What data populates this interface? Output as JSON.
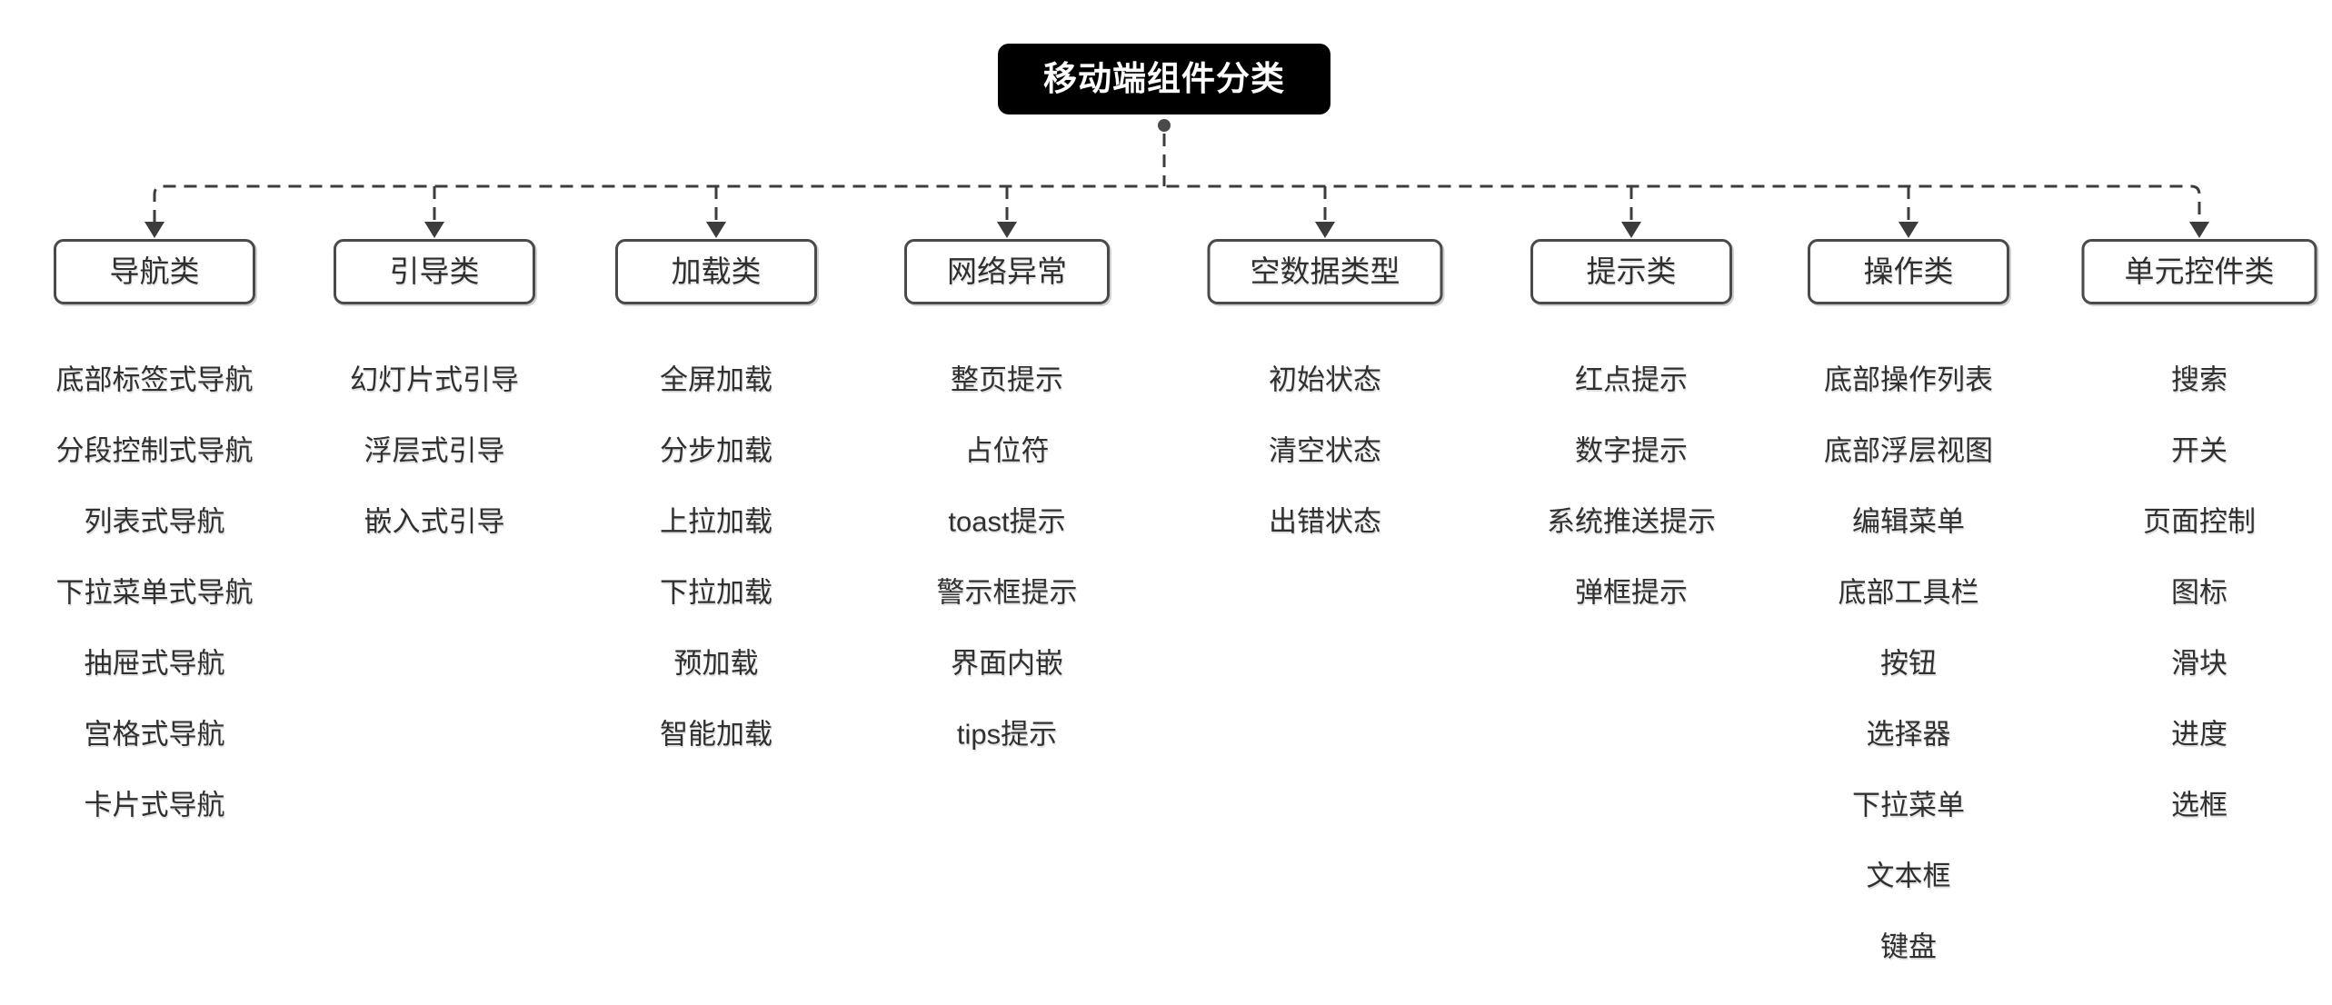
{
  "title": "移动端组件分类",
  "colors": {
    "connector": "#3c3c3c",
    "node_border": "#4a4a4a",
    "title_bg": "#000000",
    "title_text": "#ffffff",
    "text": "#333333",
    "background": "#ffffff"
  },
  "categories": [
    {
      "key": "navigation",
      "label": "导航类",
      "children": [
        "底部标签式导航",
        "分段控制式导航",
        "列表式导航",
        "下拉菜单式导航",
        "抽屉式导航",
        "宫格式导航",
        "卡片式导航"
      ]
    },
    {
      "key": "guidance",
      "label": "引导类",
      "children": [
        "幻灯片式引导",
        "浮层式引导",
        "嵌入式引导"
      ]
    },
    {
      "key": "loading",
      "label": "加载类",
      "children": [
        "全屏加载",
        "分步加载",
        "上拉加载",
        "下拉加载",
        "预加载",
        "智能加载"
      ]
    },
    {
      "key": "network-error",
      "label": "网络异常",
      "children": [
        "整页提示",
        "占位符",
        "toast提示",
        "警示框提示",
        "界面内嵌",
        "tips提示"
      ]
    },
    {
      "key": "empty-data",
      "label": "空数据类型",
      "children": [
        "初始状态",
        "清空状态",
        "出错状态"
      ]
    },
    {
      "key": "tips",
      "label": "提示类",
      "children": [
        "红点提示",
        "数字提示",
        "系统推送提示",
        "弹框提示"
      ]
    },
    {
      "key": "actions",
      "label": "操作类",
      "children": [
        "底部操作列表",
        "底部浮层视图",
        "编辑菜单",
        "底部工具栏",
        "按钮",
        "选择器",
        "下拉菜单",
        "文本框",
        "键盘"
      ]
    },
    {
      "key": "unit-controls",
      "label": "单元控件类",
      "children": [
        "搜索",
        "开关",
        "页面控制",
        "图标",
        "滑块",
        "进度",
        "选框"
      ]
    }
  ]
}
